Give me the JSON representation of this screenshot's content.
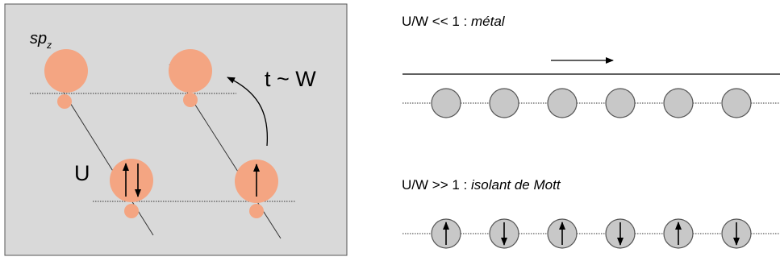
{
  "left_panel": {
    "orbital_label": "sp",
    "orbital_subscript": "z",
    "hopping_label": "t ~ W",
    "interaction_label": "U",
    "colors": {
      "panel_background": "#d9d9d9",
      "orbital": "#f4a582",
      "hopping_text": "#1a8a1a",
      "interaction_text": "#e00000"
    },
    "sites": [
      {
        "id": "top-left",
        "spins": []
      },
      {
        "id": "top-right",
        "spins": []
      },
      {
        "id": "bottom-left",
        "spins": [
          "up",
          "down"
        ]
      },
      {
        "id": "bottom-right",
        "spins": [
          "up"
        ]
      }
    ]
  },
  "right_panel": {
    "metal": {
      "label_prefix": "U/W << 1 : ",
      "label_italic": "métal",
      "sites": [
        {
          "spin": "none"
        },
        {
          "spin": "none"
        },
        {
          "spin": "none"
        },
        {
          "spin": "none"
        },
        {
          "spin": "none"
        },
        {
          "spin": "none"
        }
      ],
      "current_arrow": "right"
    },
    "mott": {
      "label_prefix": "U/W >> 1 : ",
      "label_italic": "isolant de Mott",
      "sites": [
        {
          "spin": "up"
        },
        {
          "spin": "down"
        },
        {
          "spin": "up"
        },
        {
          "spin": "down"
        },
        {
          "spin": "up"
        },
        {
          "spin": "down"
        }
      ]
    },
    "colors": {
      "site_fill": "#c8c8c8",
      "site_stroke": "#555555"
    }
  }
}
